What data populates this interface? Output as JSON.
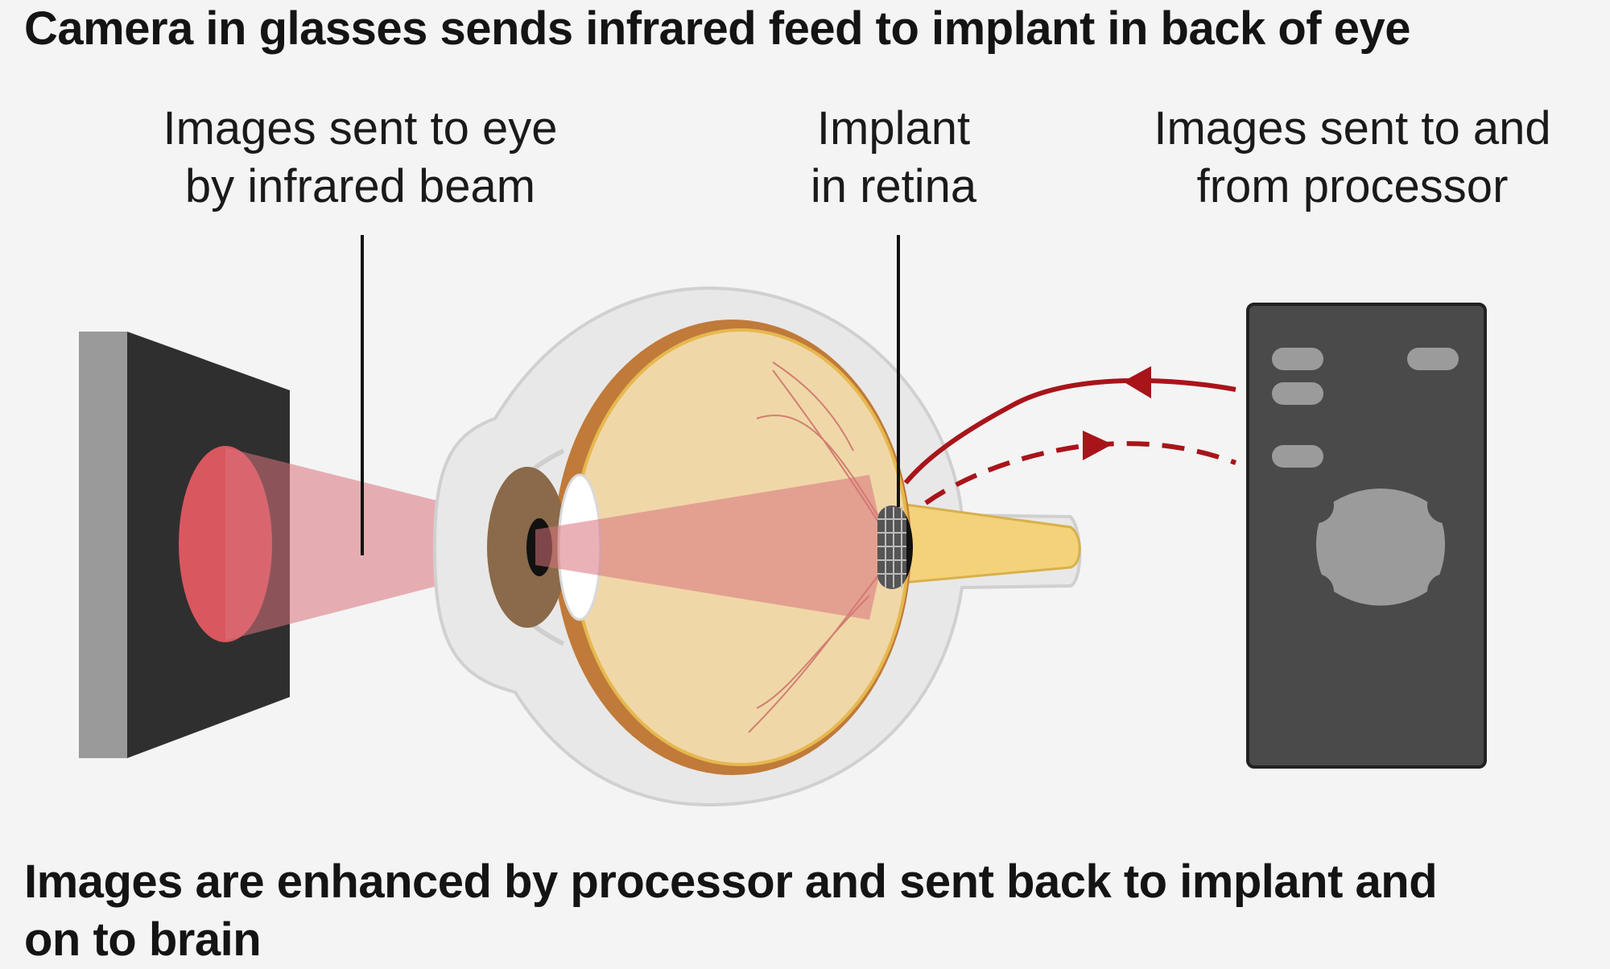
{
  "title": "Camera in glasses sends infrared feed to implant in back of eye",
  "labels": {
    "beam_line1": "Images sent to eye",
    "beam_line2": "by infrared beam",
    "implant_line1": "Implant",
    "implant_line2": "in retina",
    "processor_line1": "Images sent to and",
    "processor_line2": "from processor"
  },
  "footer": {
    "line1": "Images are enhanced by processor and sent back to implant and",
    "line2": "on to brain"
  },
  "colors": {
    "beam": "#d9737c",
    "arrow": "#a8141a",
    "device": "#4a4a4a",
    "camera": "#2f2f2f",
    "eyeball": "#f0d7a8",
    "optic_nerve": "#f3d27a"
  }
}
